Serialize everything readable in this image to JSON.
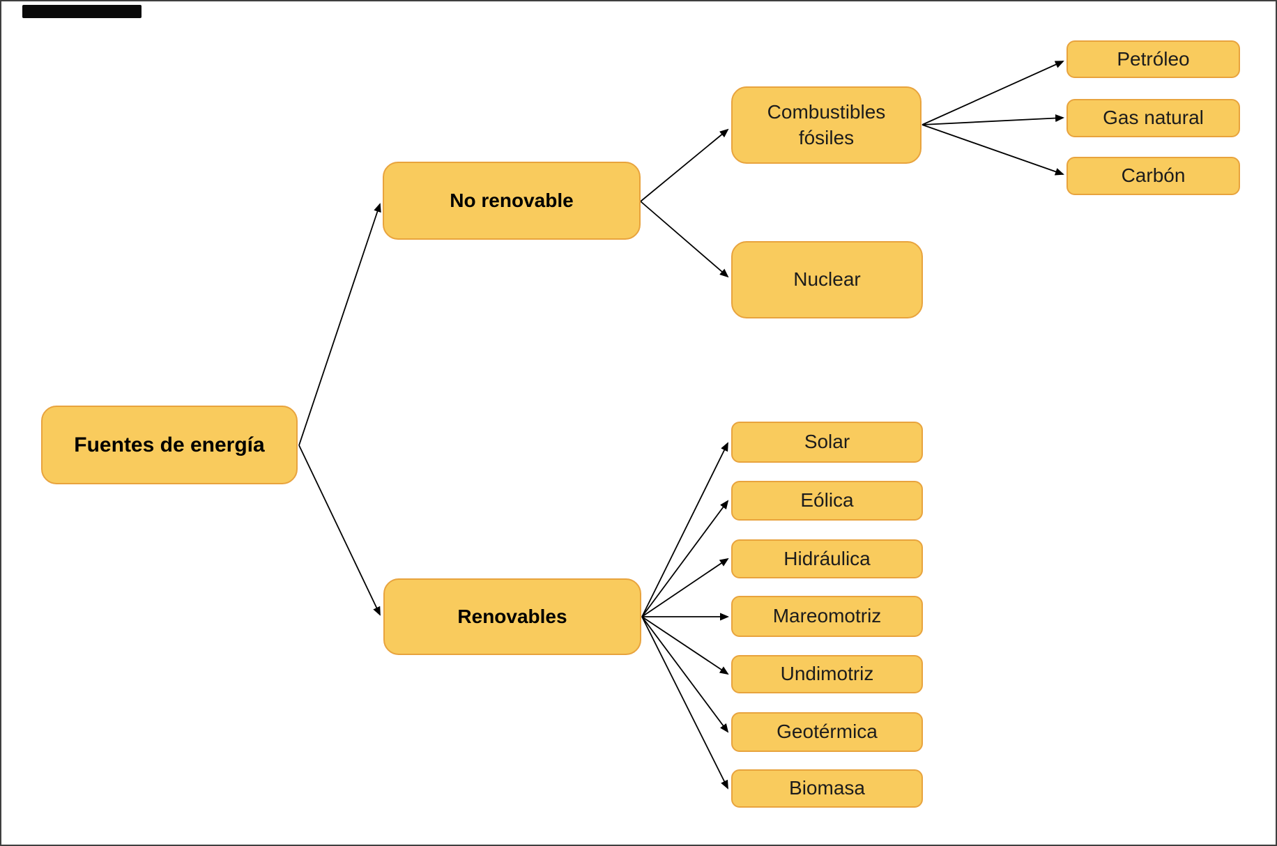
{
  "diagram": {
    "title": "Fuentes de energía",
    "root": {
      "label": "Fuentes de energía"
    },
    "branches": [
      {
        "label": "No renovable",
        "children": [
          {
            "label": "Combustibles fósiles",
            "children": [
              {
                "label": "Petróleo"
              },
              {
                "label": "Gas natural"
              },
              {
                "label": "Carbón"
              }
            ]
          },
          {
            "label": "Nuclear",
            "children": []
          }
        ]
      },
      {
        "label": "Renovables",
        "children": [
          {
            "label": "Solar"
          },
          {
            "label": "Eólica"
          },
          {
            "label": "Hidráulica"
          },
          {
            "label": "Mareomotriz"
          },
          {
            "label": "Undimotriz"
          },
          {
            "label": "Geotérmica"
          },
          {
            "label": "Biomasa"
          }
        ]
      }
    ],
    "colors": {
      "node_fill": "#F9CB5D",
      "node_border": "#E8A33D",
      "connector": "#000000",
      "canvas_border": "#3F3F3F",
      "redaction_bar": "#0A0A0A",
      "background": "#FFFFFF"
    }
  }
}
